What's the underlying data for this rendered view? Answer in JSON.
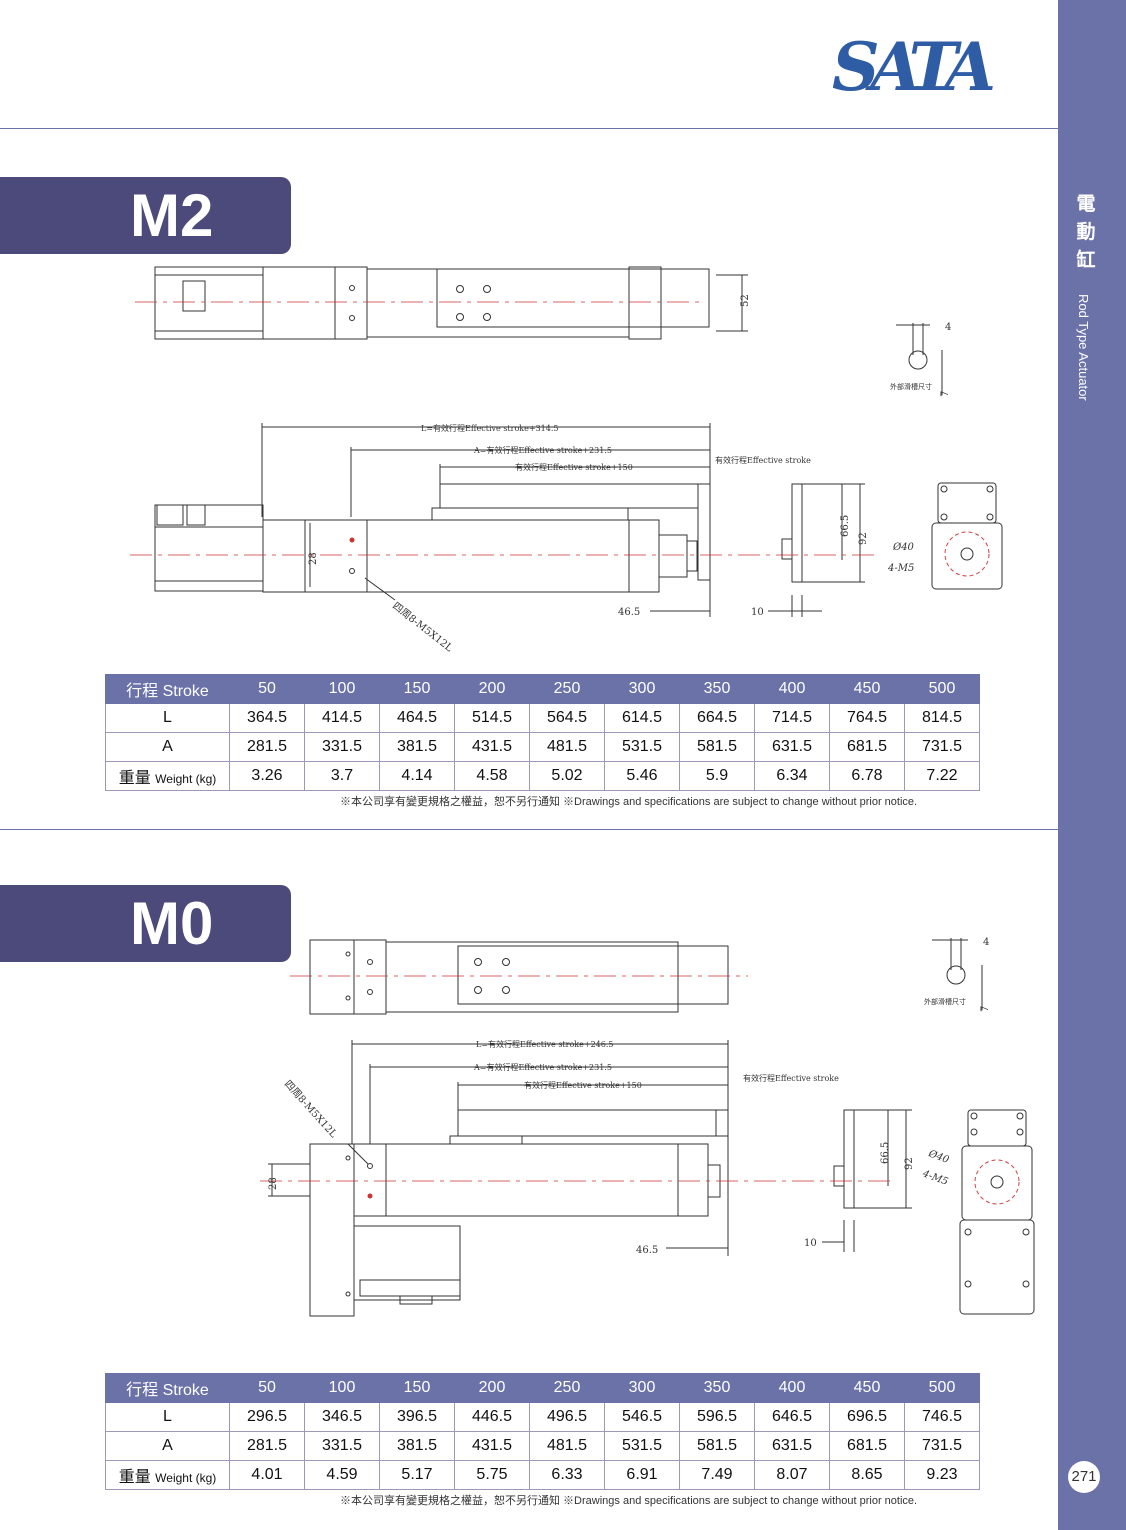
{
  "brand": "SATA",
  "sidebar": {
    "title_cn": "電動缸",
    "title_en": "Rod Type Actuator",
    "page_number": "271"
  },
  "notes": "※本公司享有變更規格之權益，恕不另行通知 ※Drawings and specifications are subject to change without prior notice.",
  "models": [
    {
      "name": "M2",
      "drawing": {
        "dim_52": "52",
        "dim_4": "4",
        "dim_7": "7",
        "slot_label": "外部滑槽尺寸",
        "L_label": "L=有效行程Effective stroke+314.5",
        "A_label": "A=有效行程Effective stroke+231.5",
        "S_label": "有效行程Effective stroke+150",
        "eff_label": "有效行程Effective stroke",
        "dim_28": "28",
        "dim_665": "66.5",
        "dim_92": "92",
        "dim_465": "46.5",
        "dim_10": "10",
        "phi40": "Ø40",
        "m5": "4-M5",
        "holes": "四周8-M5X12L"
      },
      "table": {
        "header": "行程 Stroke",
        "strokes": [
          "50",
          "100",
          "150",
          "200",
          "250",
          "300",
          "350",
          "400",
          "450",
          "500"
        ],
        "rows": [
          {
            "label": "L",
            "values": [
              "364.5",
              "414.5",
              "464.5",
              "514.5",
              "564.5",
              "614.5",
              "664.5",
              "714.5",
              "764.5",
              "814.5"
            ]
          },
          {
            "label": "A",
            "values": [
              "281.5",
              "331.5",
              "381.5",
              "431.5",
              "481.5",
              "531.5",
              "581.5",
              "631.5",
              "681.5",
              "731.5"
            ]
          }
        ],
        "weight_cn": "重量",
        "weight_en": "Weight (kg)",
        "weights": [
          "3.26",
          "3.7",
          "4.14",
          "4.58",
          "5.02",
          "5.46",
          "5.9",
          "6.34",
          "6.78",
          "7.22"
        ]
      }
    },
    {
      "name": "M0",
      "drawing": {
        "dim_4": "4",
        "dim_7": "7",
        "slot_label": "外部滑槽尺寸",
        "L_label": "L=有效行程Effective stroke+246.5",
        "A_label": "A=有效行程Effective stroke+231.5",
        "S_label": "有效行程Effective stroke+150",
        "eff_label": "有效行程Effective stroke",
        "dim_28": "28",
        "dim_665": "66.5",
        "dim_92": "92",
        "dim_465": "46.5",
        "dim_10": "10",
        "phi40": "Ø40",
        "m5": "4-M5",
        "holes": "四周8-M5X12L"
      },
      "table": {
        "header": "行程 Stroke",
        "strokes": [
          "50",
          "100",
          "150",
          "200",
          "250",
          "300",
          "350",
          "400",
          "450",
          "500"
        ],
        "rows": [
          {
            "label": "L",
            "values": [
              "296.5",
              "346.5",
              "396.5",
              "446.5",
              "496.5",
              "546.5",
              "596.5",
              "646.5",
              "696.5",
              "746.5"
            ]
          },
          {
            "label": "A",
            "values": [
              "281.5",
              "331.5",
              "381.5",
              "431.5",
              "481.5",
              "531.5",
              "581.5",
              "631.5",
              "681.5",
              "731.5"
            ]
          }
        ],
        "weight_cn": "重量",
        "weight_en": "Weight (kg)",
        "weights": [
          "4.01",
          "4.59",
          "5.17",
          "5.75",
          "6.33",
          "6.91",
          "7.49",
          "8.07",
          "8.65",
          "9.23"
        ]
      }
    }
  ]
}
